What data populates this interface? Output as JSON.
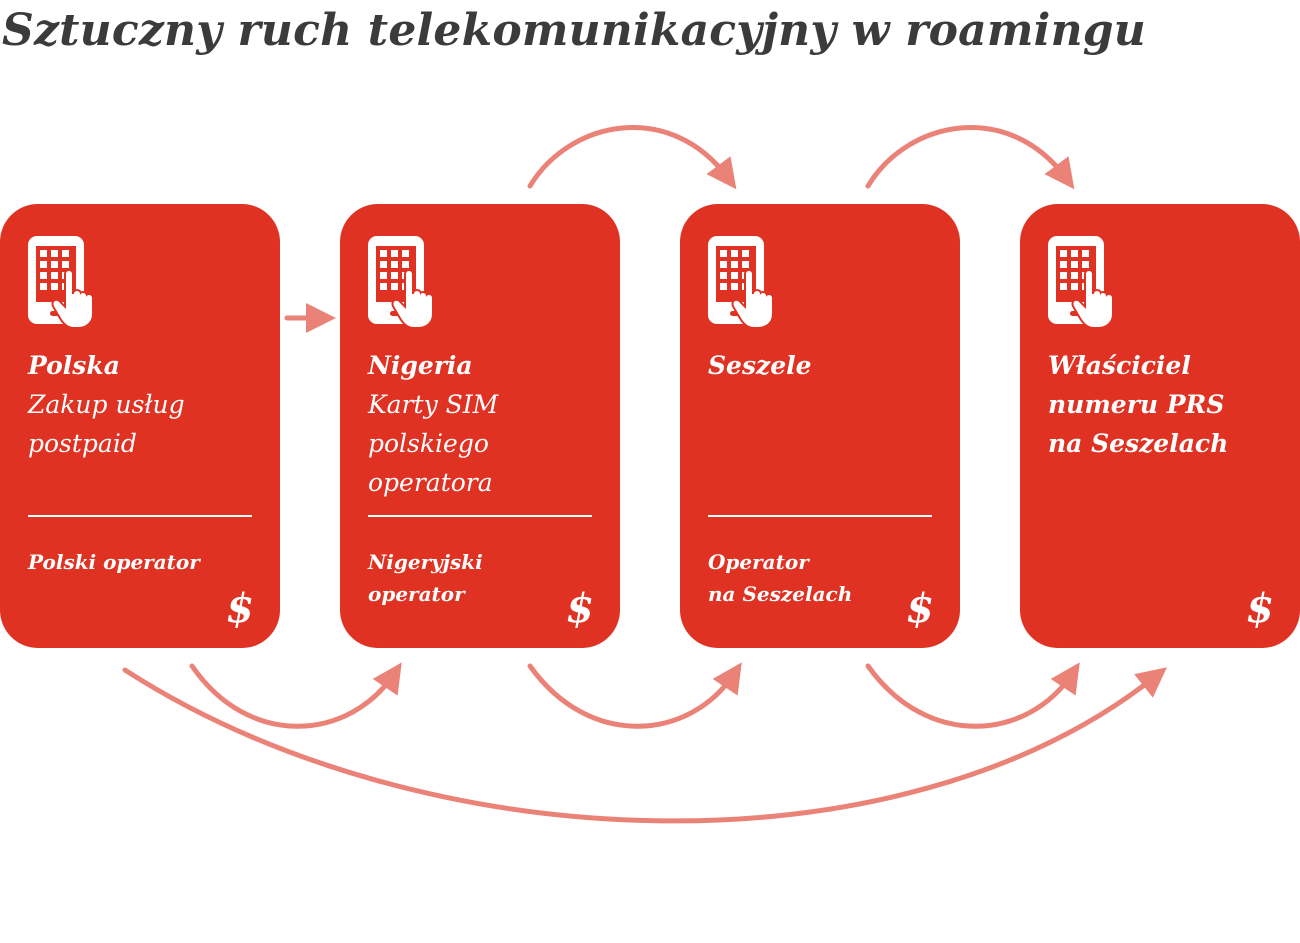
{
  "title": "Sztuczny ruch telekomunikacyjny w roamingu",
  "colors": {
    "card": "#df3223",
    "arrow": "#ea8277",
    "title": "#3b3b3b"
  },
  "cards": [
    {
      "icon": "phone-touch-icon",
      "heading": "Polska",
      "desc_lines": [
        "Zakup usług",
        "postpaid"
      ],
      "operator_lines": [
        "Polski operator"
      ],
      "currency": "$"
    },
    {
      "icon": "phone-touch-icon",
      "heading": "Nigeria",
      "desc_lines": [
        "Karty SIM",
        "polskiego",
        "operatora"
      ],
      "operator_lines": [
        "Nigeryjski",
        "operator"
      ],
      "currency": "$"
    },
    {
      "icon": "phone-touch-icon",
      "heading": "Seszele",
      "desc_lines": [],
      "operator_lines": [
        "Operator",
        "na Seszelach"
      ],
      "currency": "$"
    },
    {
      "icon": "phone-touch-icon",
      "heading_lines": [
        "Właściciel",
        "numeru PRS",
        "na Seszelach"
      ],
      "currency": "$"
    }
  ]
}
